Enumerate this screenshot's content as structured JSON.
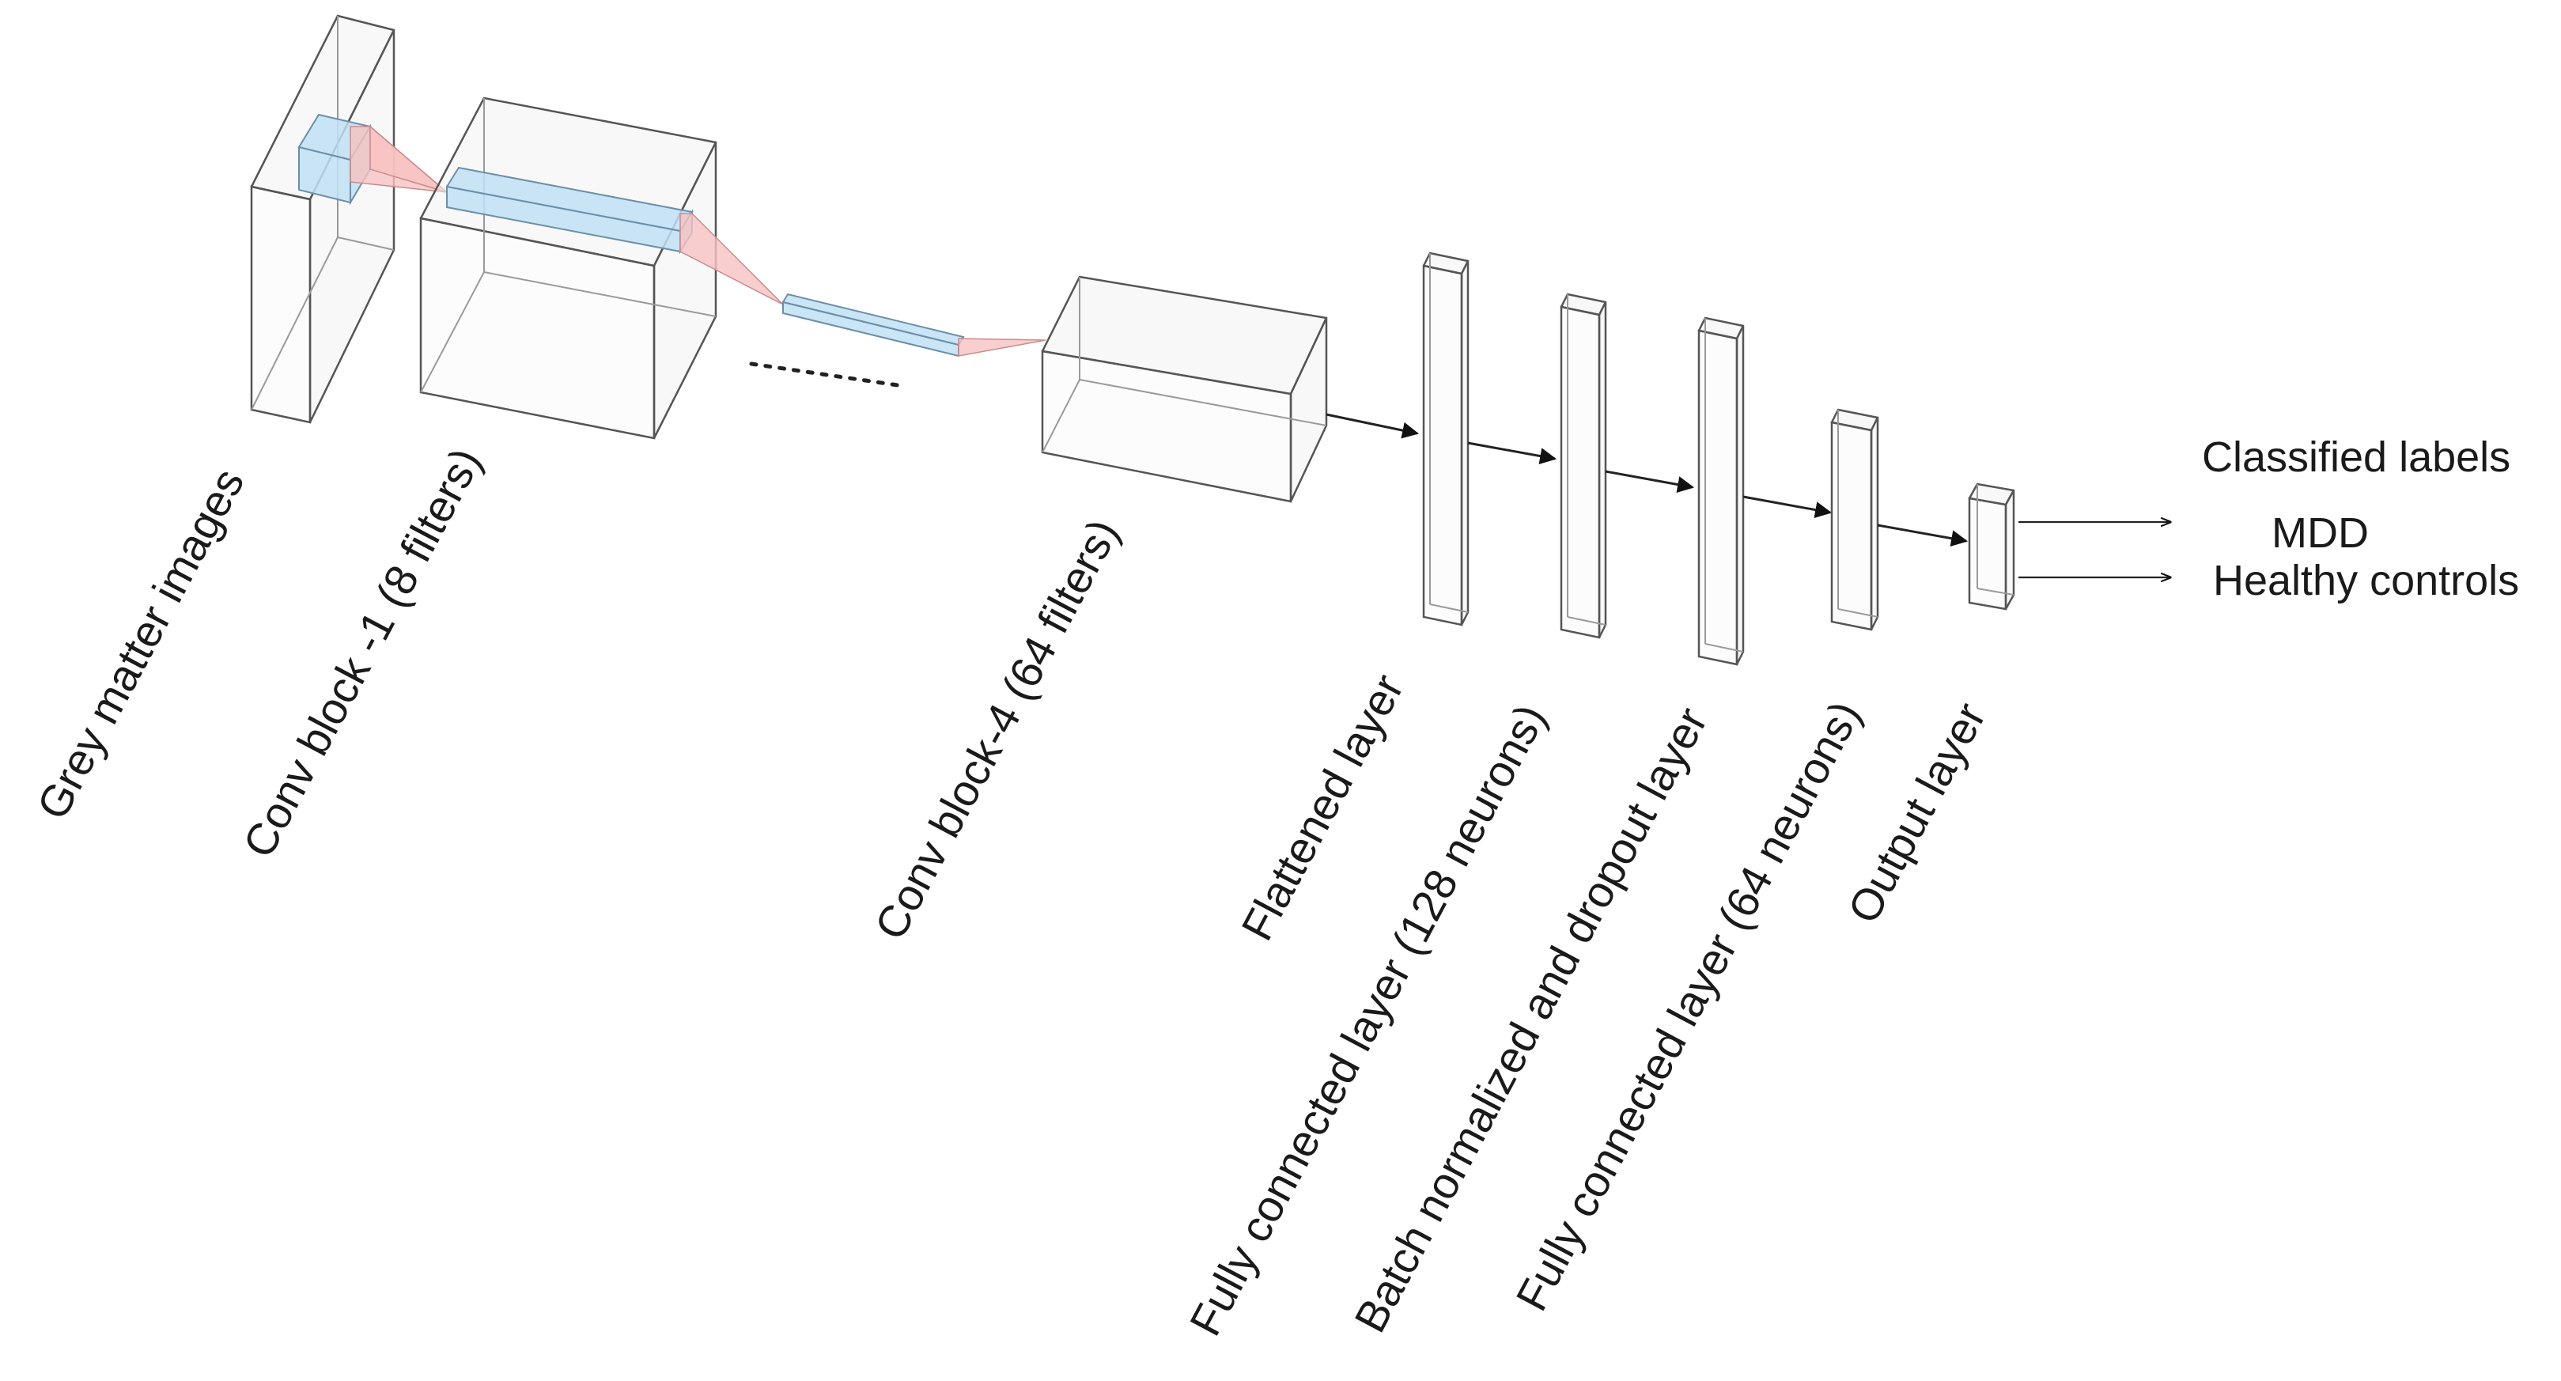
{
  "layers": [
    {
      "id": "input",
      "label": "Grey matter images"
    },
    {
      "id": "conv1",
      "label": "Conv block -1 (8 filters)"
    },
    {
      "id": "conv4",
      "label": "Conv block-4 (64 filters)"
    },
    {
      "id": "flatten",
      "label": "Flattened layer"
    },
    {
      "id": "fc1",
      "label": "Fully connected layer (128 neurons)"
    },
    {
      "id": "bn",
      "label": "Batch normalized and dropout layer"
    },
    {
      "id": "fc2",
      "label": "Fully connected layer (64 neurons)"
    },
    {
      "id": "output",
      "label": "Output layer"
    }
  ],
  "outputs": {
    "title": "Classified labels",
    "classes": [
      "MDD",
      "Healthy controls"
    ]
  },
  "colors": {
    "kernel": "#bfe0f5",
    "receptive_field": "#f7c2c2",
    "box_stroke": "#555555",
    "box_fill": "#f2f2f2"
  }
}
